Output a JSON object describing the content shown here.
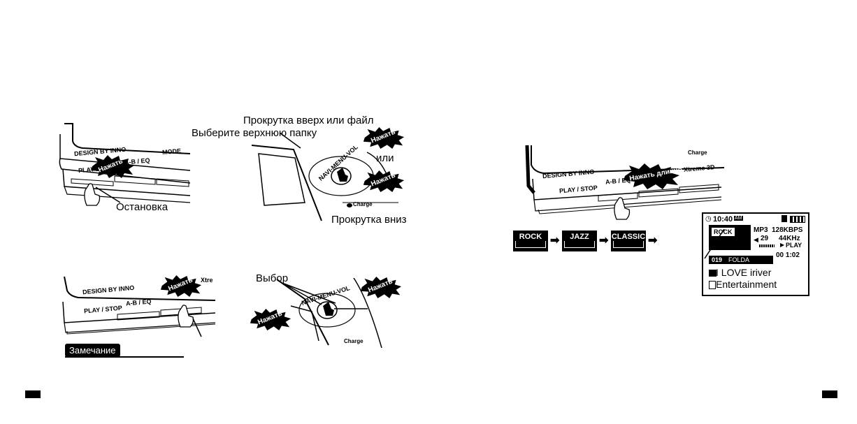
{
  "labels": {
    "stop": "Остановка",
    "scroll_up": "Прокрутка вверх",
    "select_upper_folder": "Выберите верхнюю папку",
    "or_file": "или файл",
    "or": "или",
    "scroll_down": "Прокрутка вниз",
    "select": "Выбор",
    "note": "Замечание"
  },
  "bursts": {
    "press": "Нажать",
    "press_long": "Нажать длинно"
  },
  "device": {
    "design_by_inno": "DESIGN BY INNO",
    "play_stop": "PLAY / STOP",
    "ab_eq": "A-B / EQ",
    "mode": "MODE",
    "navi_menu_vol": "NAVI-MENU-VOL",
    "charge": "Charge",
    "xtreme_3d": "Xtreme 3D",
    "xtre_cut": "Xtre",
    "play_cut": "PLAY /"
  },
  "eq_modes": [
    "ROCK",
    "JAZZ",
    "CLASSIC"
  ],
  "lcd": {
    "time": "10:40",
    "am": "AM",
    "eq": "ROCK",
    "format": "MP3",
    "bitrate": "128KBPS",
    "volume": "29",
    "samplerate": "44KHz",
    "state": "PLAY",
    "track": "019",
    "mode": "FOLDA",
    "elapsed": "00 1:02",
    "title": "I LOVE iriver",
    "artist": "Entertainment"
  }
}
